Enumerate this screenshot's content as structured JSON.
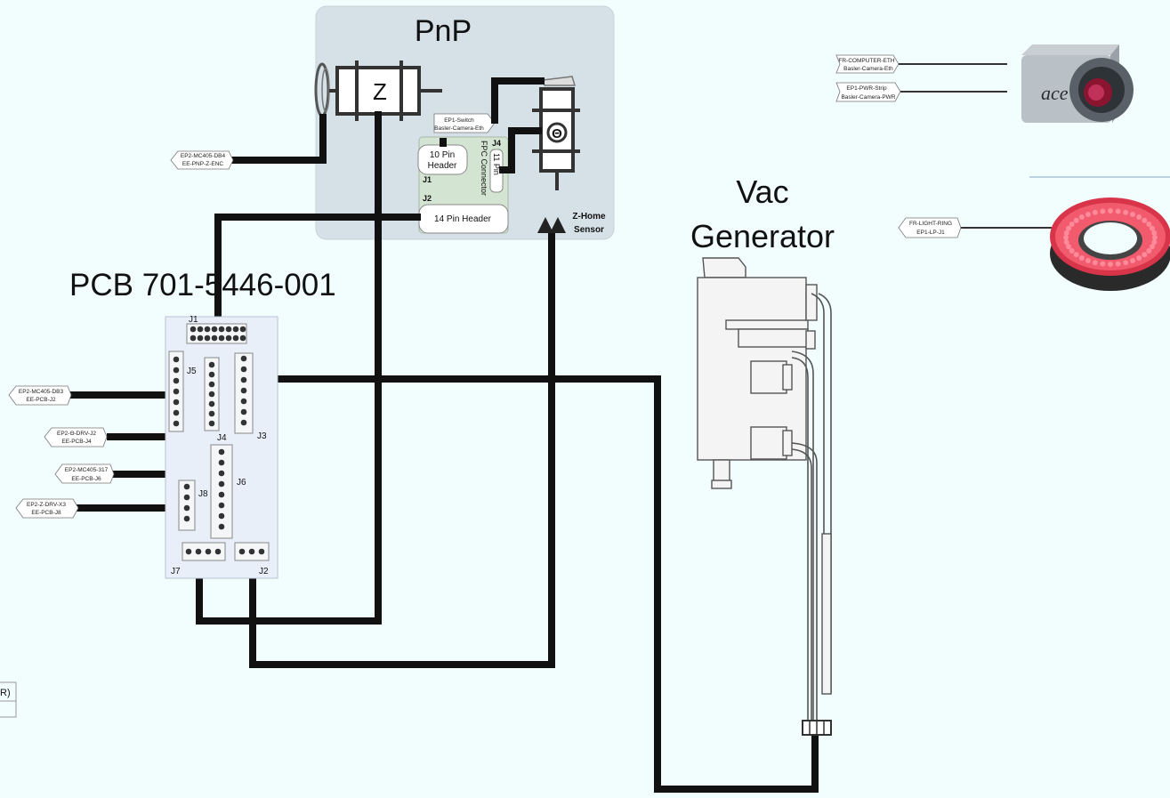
{
  "pnp": {
    "title": "PnP",
    "z_label": "Z",
    "ten_pin_header": [
      "10 Pin",
      "Header"
    ],
    "fourteen_pin_header": "14 Pin Header",
    "fpc_connector": "FPC Connector",
    "eleven_pin": "11 Pin",
    "j4": "J4",
    "j1": "J1",
    "j2": "J2",
    "theta_label": "Θ",
    "z_home_sensor": [
      "Z-Home",
      "Sensor"
    ],
    "switch_tag": [
      "EP1-Switch",
      "Basler-Camera-Eth"
    ]
  },
  "vac_generator": {
    "title": [
      "Vac",
      "Generator"
    ]
  },
  "pcb": {
    "title": "PCB 701-5446-001",
    "connectors": [
      "J1",
      "J5",
      "J4",
      "J3",
      "J6",
      "J8",
      "J7",
      "J2"
    ]
  },
  "tags": {
    "pnp_z_enc": [
      "EP2-MC405-DB4",
      "EE-PNP-Z-ENC"
    ],
    "pcb_j2": [
      "EP2-MC405-DB3",
      "EE-PCB-J2"
    ],
    "pcb_j4": [
      "EP2-Θ-DRV-J2",
      "EE-PCB-J4"
    ],
    "pcb_j6": [
      "EP2-MC405-317",
      "EE-PCB-J6"
    ],
    "pcb_j8": [
      "EP2-Z-DRV-X3",
      "EE-PCB-J8"
    ],
    "camera_eth": [
      "FR-COMPUTER-ETH",
      "Basler-Camera-Eth"
    ],
    "camera_pwr": [
      "EP1-PWR-Strip",
      "Basler-Camera-PWR"
    ],
    "light_ring": [
      "FR-LIGHT-RING",
      "EP1-LP-J1"
    ]
  },
  "camera": {
    "brand": "ace"
  },
  "partial_left": {
    "text": "R)"
  }
}
